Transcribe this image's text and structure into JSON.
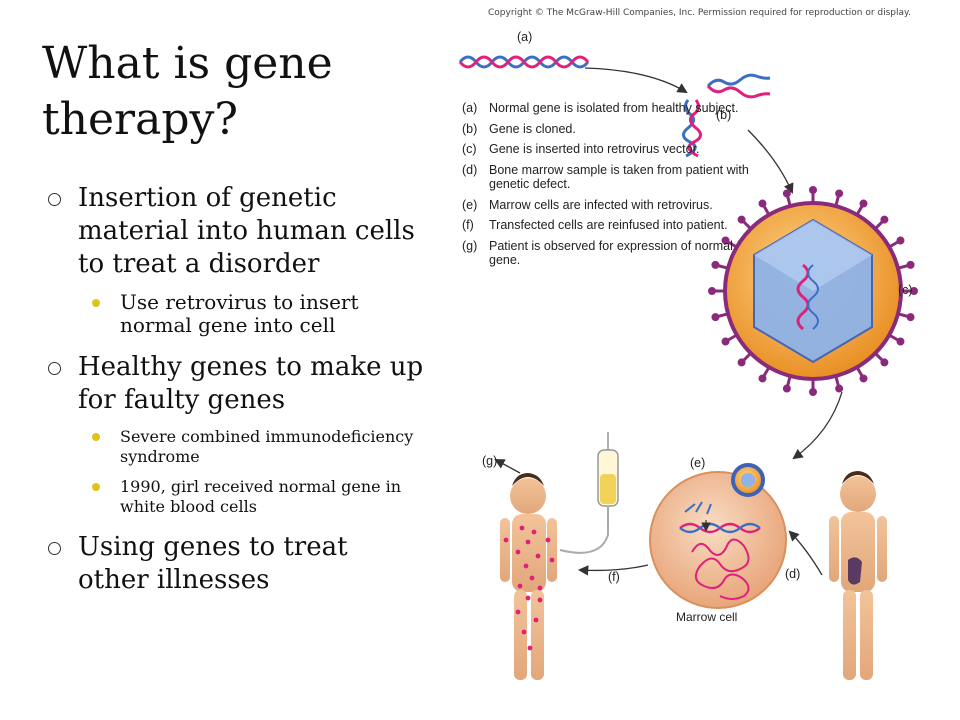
{
  "title": "What is gene therapy?",
  "bullets": [
    {
      "text": "Insertion of genetic material into human cells to treat a disorder",
      "sub": [
        "Use retrovirus to insert normal gene into cell"
      ]
    },
    {
      "text": "Healthy genes to make up for faulty genes",
      "sub": [
        "Severe combined immunodeficiency syndrome",
        "1990, girl received normal gene in white blood cells"
      ]
    },
    {
      "text": "Using genes to treat other illnesses",
      "sub": []
    }
  ],
  "figure": {
    "copyright": "Copyright © The McGraw-Hill Companies, Inc. Permission required for reproduction or display.",
    "steps": [
      {
        "key": "(a)",
        "text": "Normal gene is isolated from healthy subject."
      },
      {
        "key": "(b)",
        "text": "Gene is cloned."
      },
      {
        "key": "(c)",
        "text": "Gene is inserted into retrovirus vector."
      },
      {
        "key": "(d)",
        "text": "Bone marrow sample is taken from patient with genetic defect."
      },
      {
        "key": "(e)",
        "text": "Marrow cells are infected with retrovirus."
      },
      {
        "key": "(f)",
        "text": "Transfected cells are reinfused into patient."
      },
      {
        "key": "(g)",
        "text": "Patient is observed for expression of normal gene."
      }
    ],
    "labels": {
      "a": "(a)",
      "b": "(b)",
      "c": "(c)",
      "d": "(d)",
      "e": "(e)",
      "f": "(f)",
      "g": "(g)"
    },
    "marrow_cell": "Marrow cell"
  },
  "colors": {
    "bullet_accent": "#e0c21b",
    "dna_blue": "#3a6fc4",
    "dna_pink": "#e0207a",
    "virus_orange": "#f2a23a",
    "virus_purple": "#8a2a7a",
    "cell_peach": "#f0b88e"
  }
}
